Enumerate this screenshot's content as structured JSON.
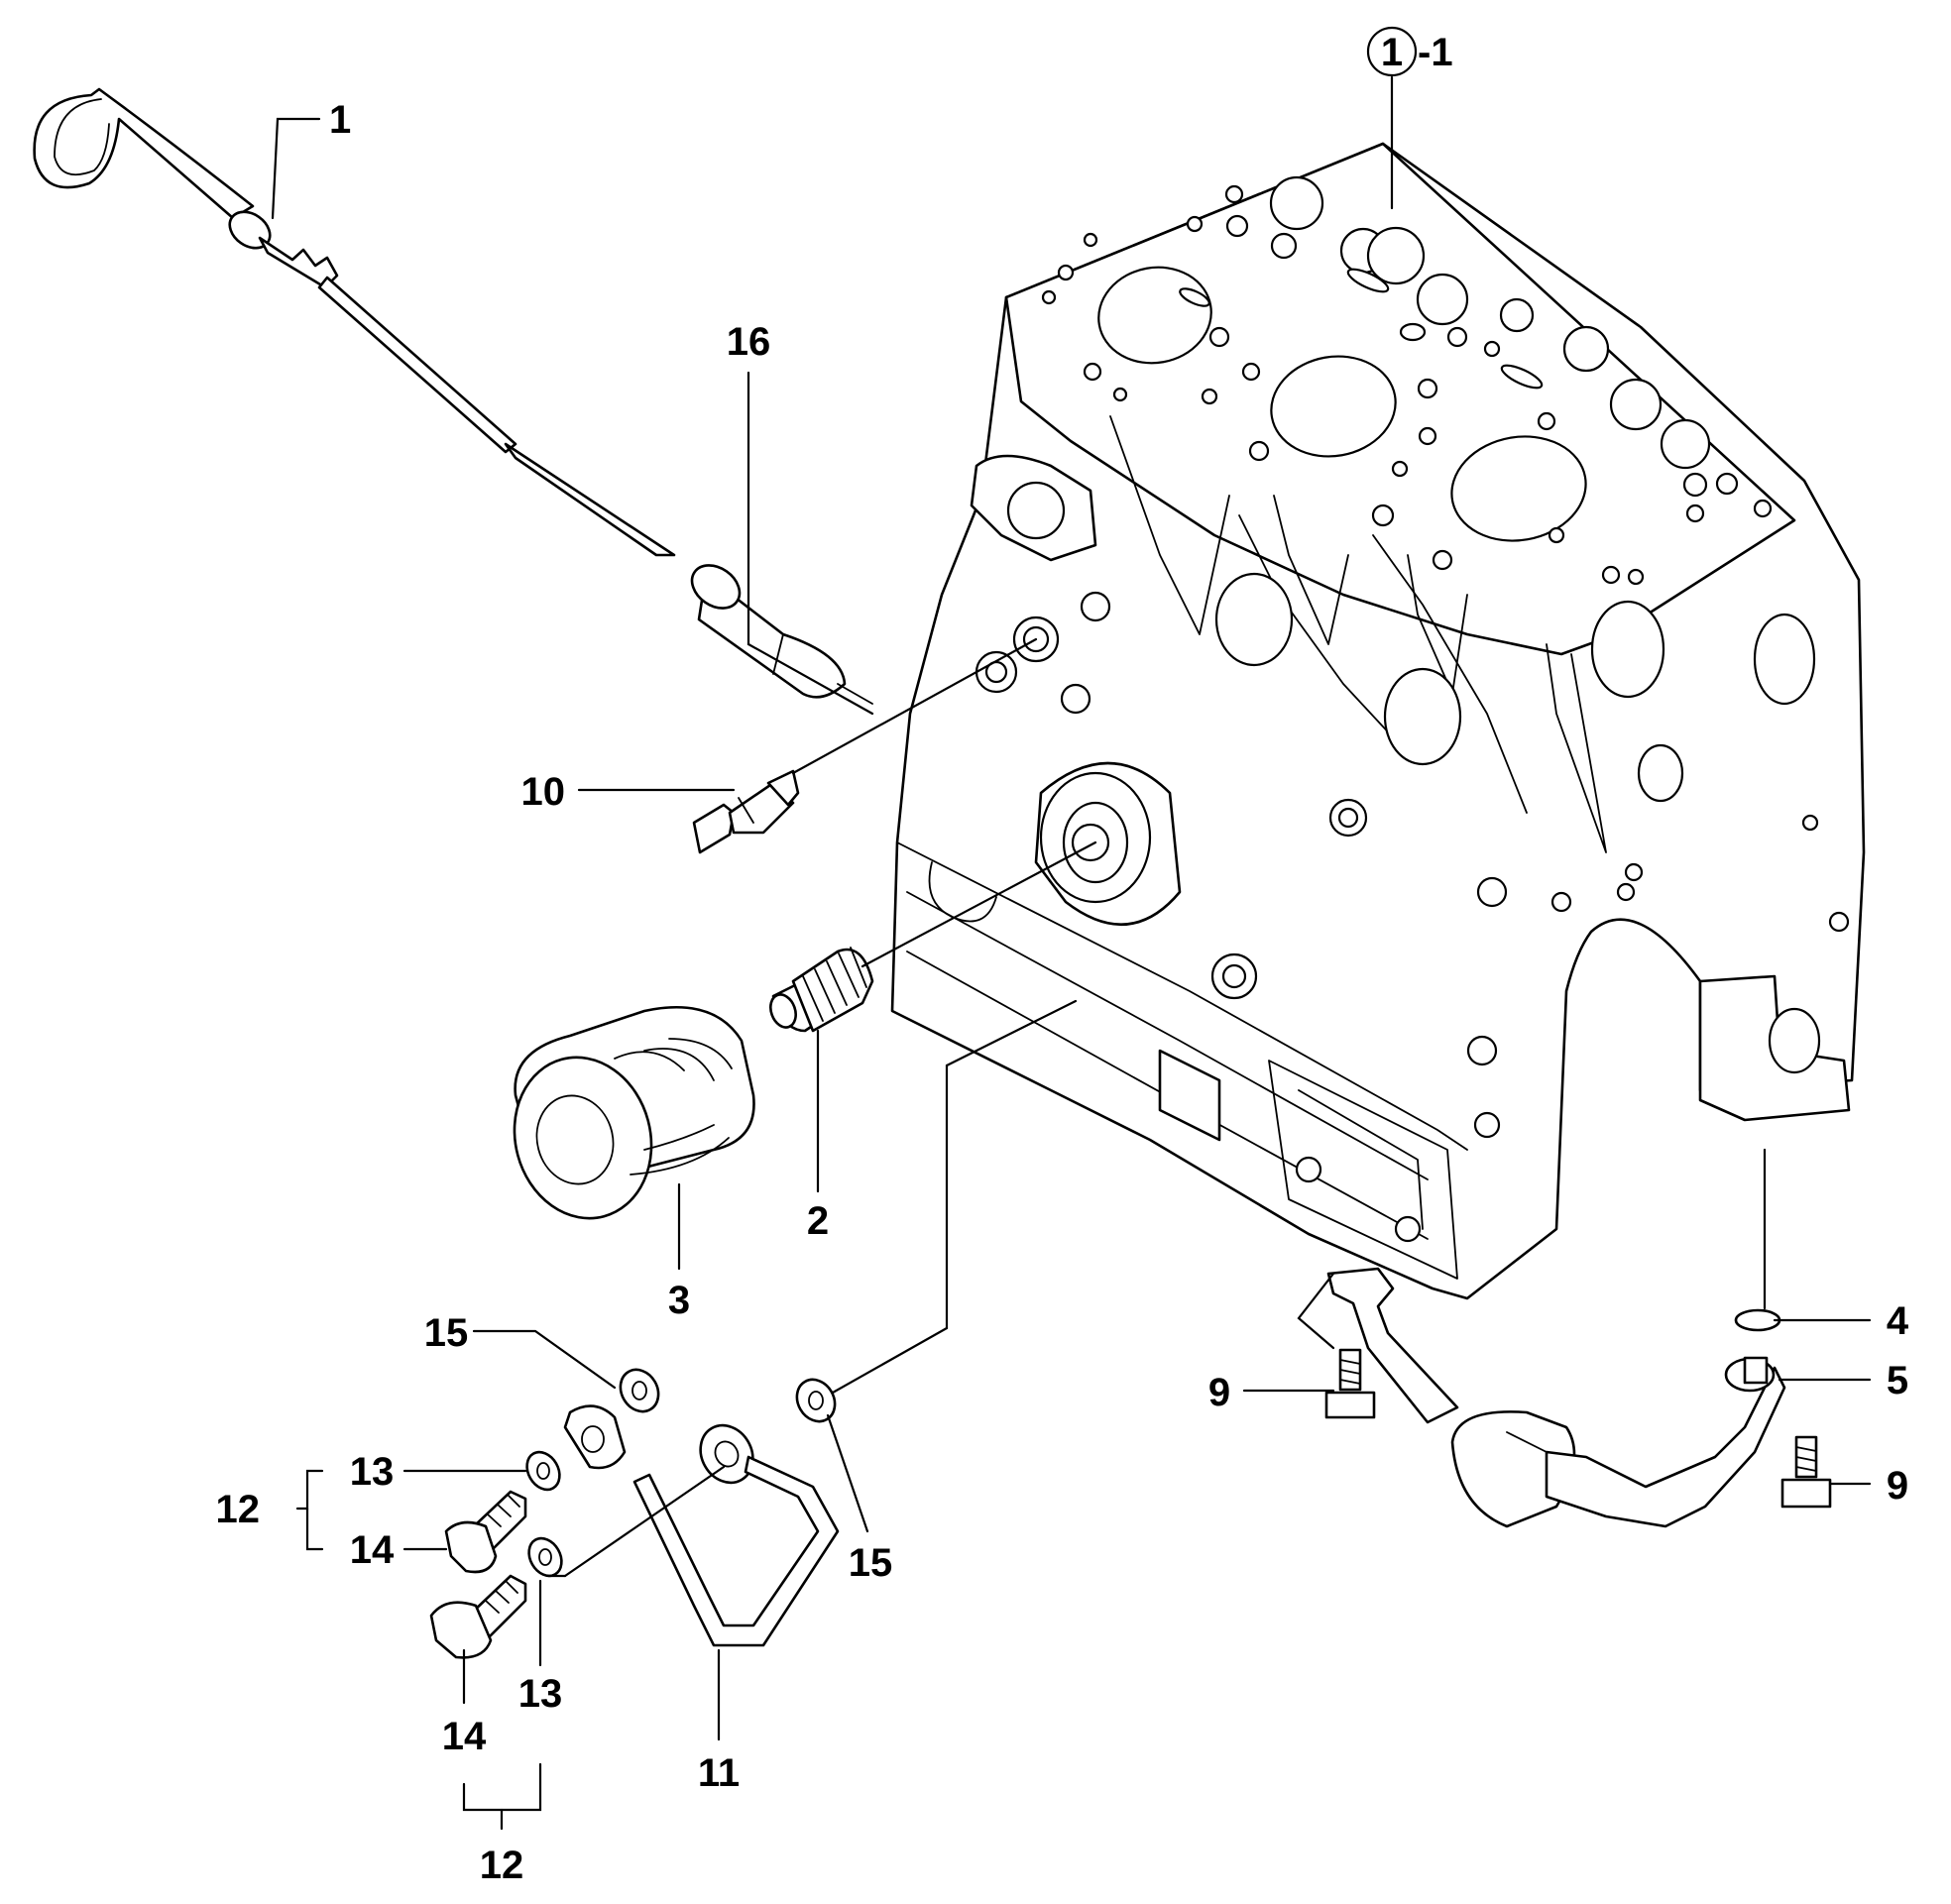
{
  "labels": {
    "ref_circle": "1",
    "ref_suffix": "-1",
    "dipstick": "1",
    "guide_pipe": "16",
    "oil_switch": "10",
    "union_bolt": "2",
    "oil_filter": "3",
    "o_ring": "4",
    "strainer": "5",
    "bolt_left": "9",
    "bolt_right": "9",
    "pipe": "11",
    "washer_15_top": "15",
    "washer_15_bottom": "15",
    "set_12_top": "12",
    "washer_13_top": "13",
    "bolt_14_top": "14",
    "washer_13_bottom": "13",
    "bolt_14_bottom": "14",
    "set_12_bottom": "12"
  }
}
